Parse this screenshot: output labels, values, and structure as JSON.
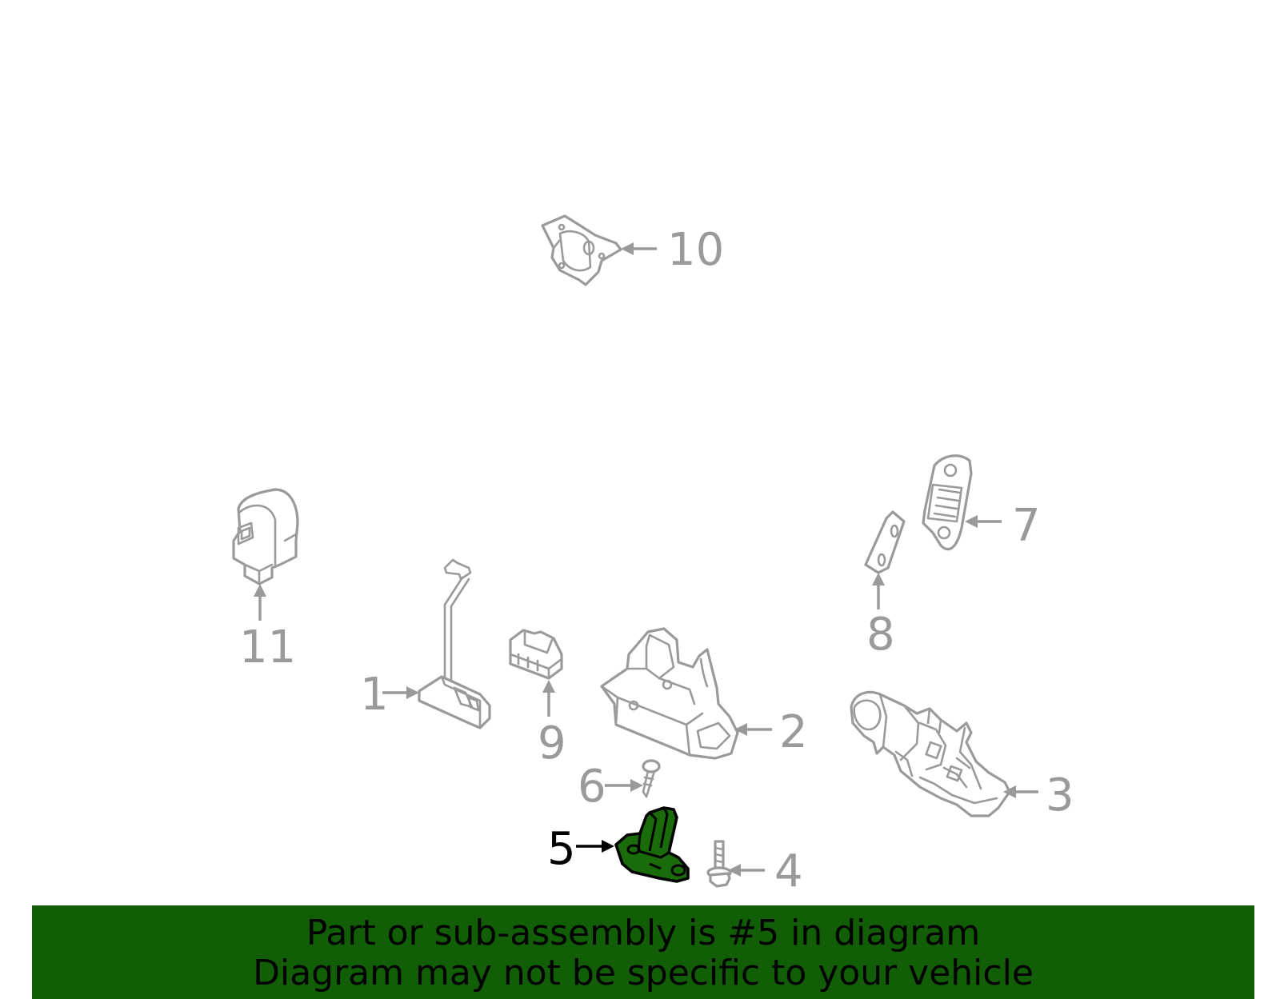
{
  "callouts": {
    "c1": "1",
    "c2": "2",
    "c3": "3",
    "c4": "4",
    "c5": "5",
    "c6": "6",
    "c7": "7",
    "c8": "8",
    "c9": "9",
    "c10": "10",
    "c11": "11"
  },
  "highlight": {
    "part": "5",
    "color": "#1a6b0a"
  },
  "banner": {
    "line1": "Part or sub-assembly is #5 in diagram",
    "line2": "Diagram may not be specific to your vehicle",
    "color": "#115e07"
  }
}
